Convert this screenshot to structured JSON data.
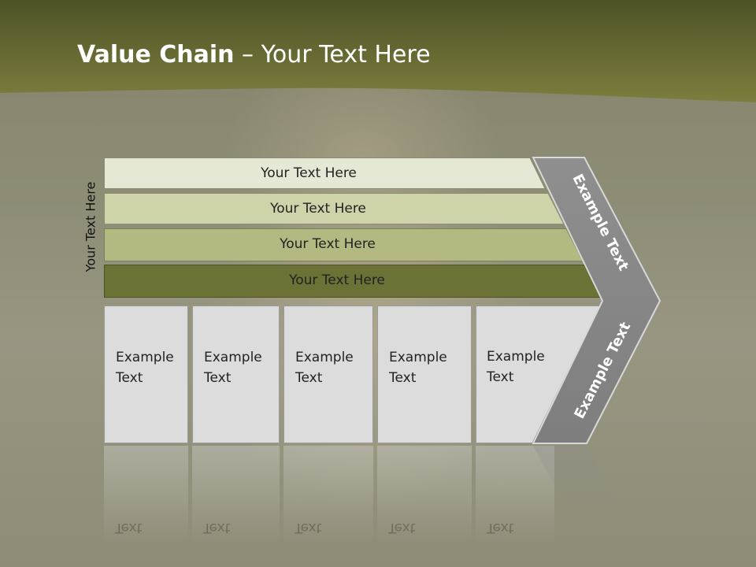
{
  "header": {
    "title_bold": "Value Chain",
    "title_rest": " – Your Text Here"
  },
  "side_label": "Your Text Here",
  "bars": [
    {
      "label": "Your Text Here",
      "color": "#e6e8d6"
    },
    {
      "label": "Your Text Here",
      "color": "#cfd3aa"
    },
    {
      "label": "Your Text Here",
      "color": "#b4b881"
    },
    {
      "label": "Your Text Here",
      "color": "#6c7136"
    }
  ],
  "columns": [
    {
      "line1": "Example",
      "line2": "Text"
    },
    {
      "line1": "Example",
      "line2": "Text"
    },
    {
      "line1": "Example",
      "line2": "Text"
    },
    {
      "line1": "Example",
      "line2": "Text"
    },
    {
      "line1": "Example",
      "line2": "Text"
    }
  ],
  "chevron": {
    "upper_label": "Example Text",
    "lower_label": "Example Text",
    "color": "#8a8a8a"
  },
  "colors": {
    "header_band": "#6f7134",
    "column_fill": "#dcdcdc"
  }
}
